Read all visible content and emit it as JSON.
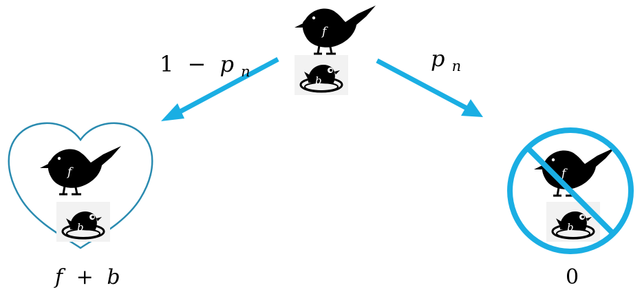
{
  "top": {
    "parent_label": "f",
    "chick_label": "b"
  },
  "edges": {
    "left": {
      "prob_one": "1",
      "prob_minus": "−",
      "prob_var": "p",
      "prob_sub": "n"
    },
    "right": {
      "prob_var": "p",
      "prob_sub": "n"
    }
  },
  "outcomes": {
    "left": {
      "parent_label": "f",
      "chick_label": "b",
      "result_f": "f",
      "result_plus": "+",
      "result_b": "b"
    },
    "right": {
      "parent_label": "f",
      "chick_label": "b",
      "result": "0"
    }
  },
  "colors": {
    "arrow": "#1aaee3",
    "heart": "#2a8bb0",
    "no_sign": "#1aaee3",
    "bird": "#000000"
  },
  "icons": [
    "bird-icon",
    "chick-nest-icon",
    "heart-icon",
    "prohibition-icon",
    "arrow-icon"
  ]
}
